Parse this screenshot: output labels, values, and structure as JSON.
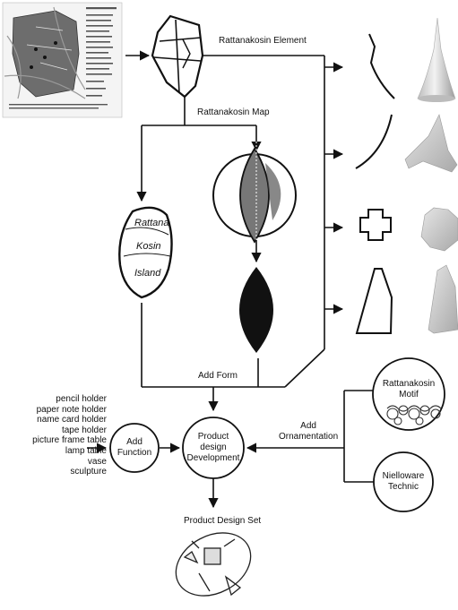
{
  "labels": {
    "element": "Rattanakosin Element",
    "map": "Rattanakosin Map",
    "add_form": "Add Form",
    "add_function": "Add\nFunction",
    "product_center": "Product\ndesign\nDevelopment",
    "add_ornamentation": "Add\nOrnamentation",
    "motif": "Rattanakosin\nMotif",
    "niello": "Nielloware\nTechnic",
    "product_set": "Product Design Set",
    "island_sketch": "Rattana\nKosin\nIsland"
  },
  "functions": [
    "pencil holder",
    "paper note holder",
    "name card holder",
    "tape holder",
    "picture frame table",
    "lamp table",
    "vase",
    "sculpture"
  ],
  "map_legend": [
    "",
    "",
    "",
    "",
    "",
    "",
    "",
    "",
    "",
    "",
    "",
    "",
    "",
    "",
    ""
  ],
  "colors": {
    "line": "#111111",
    "fill_dark": "#111111",
    "fill_gray": "#777777",
    "render": "#d9d9d9"
  }
}
